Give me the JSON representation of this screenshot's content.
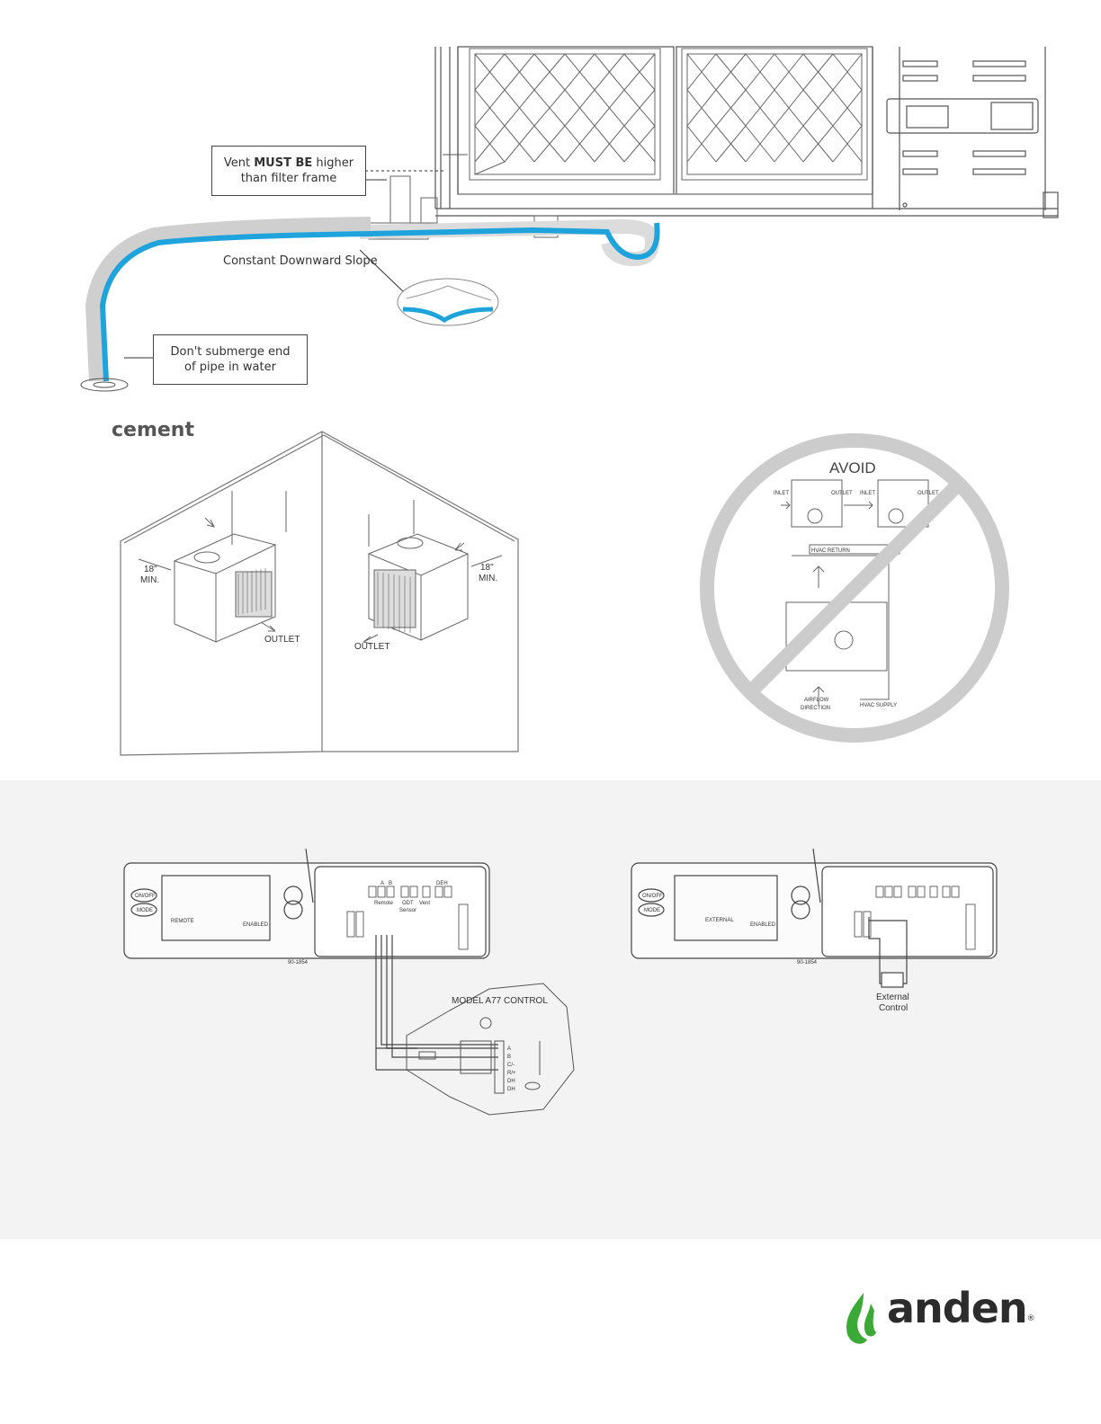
{
  "drain": {
    "vent_note_prefix": "Vent ",
    "vent_note_bold": "MUST BE",
    "vent_note_suffix": " higher",
    "vent_note_line2": "than filter frame",
    "slope_label": "Constant Downward Slope",
    "submerge_line1": "Don't submerge end",
    "submerge_line2": "of pipe in water"
  },
  "placement": {
    "heading": "cement",
    "min_left": "18\"",
    "min_left_label": "MIN.",
    "min_right": "18\"",
    "min_right_label": "MIN.",
    "outlet_left": "OUTLET",
    "outlet_right": "OUTLET"
  },
  "avoid": {
    "title": "AVOID",
    "inlet1": "INLET",
    "outlet1": "OUTLET",
    "inlet2": "INLET",
    "outlet2": "OUTLET",
    "hvac_return": "HVAC RETURN",
    "airflow_line1": "AIRFLOW",
    "airflow_line2": "DIRECTION",
    "hvac_supply": "HVAC SUPPLY"
  },
  "wiring_left": {
    "btn_onoff": "ON/OFF",
    "btn_mode": "MODE",
    "display_left": "REMOTE",
    "display_right": "ENABLED",
    "part_no": "90-1854",
    "model_label": "MODEL A77 CONTROL",
    "terminal_labels": [
      "A",
      "B",
      "C/-",
      "R/+",
      "DH",
      "DH"
    ],
    "header_labels": [
      "A",
      "B",
      "ODT",
      "Vent",
      "DEH"
    ],
    "sub_labels": [
      "Remote",
      "Sensor"
    ]
  },
  "wiring_right": {
    "btn_onoff": "ON/OFF",
    "btn_mode": "MODE",
    "display_left": "EXTERNAL",
    "display_right": "ENABLED",
    "part_no": "90-1854",
    "ext_line1": "External",
    "ext_line2": "Control"
  },
  "brand": {
    "name": "anden",
    "reg": "®",
    "leaf_color": "#3aa935",
    "pipe_color": "#1fa3dc"
  }
}
